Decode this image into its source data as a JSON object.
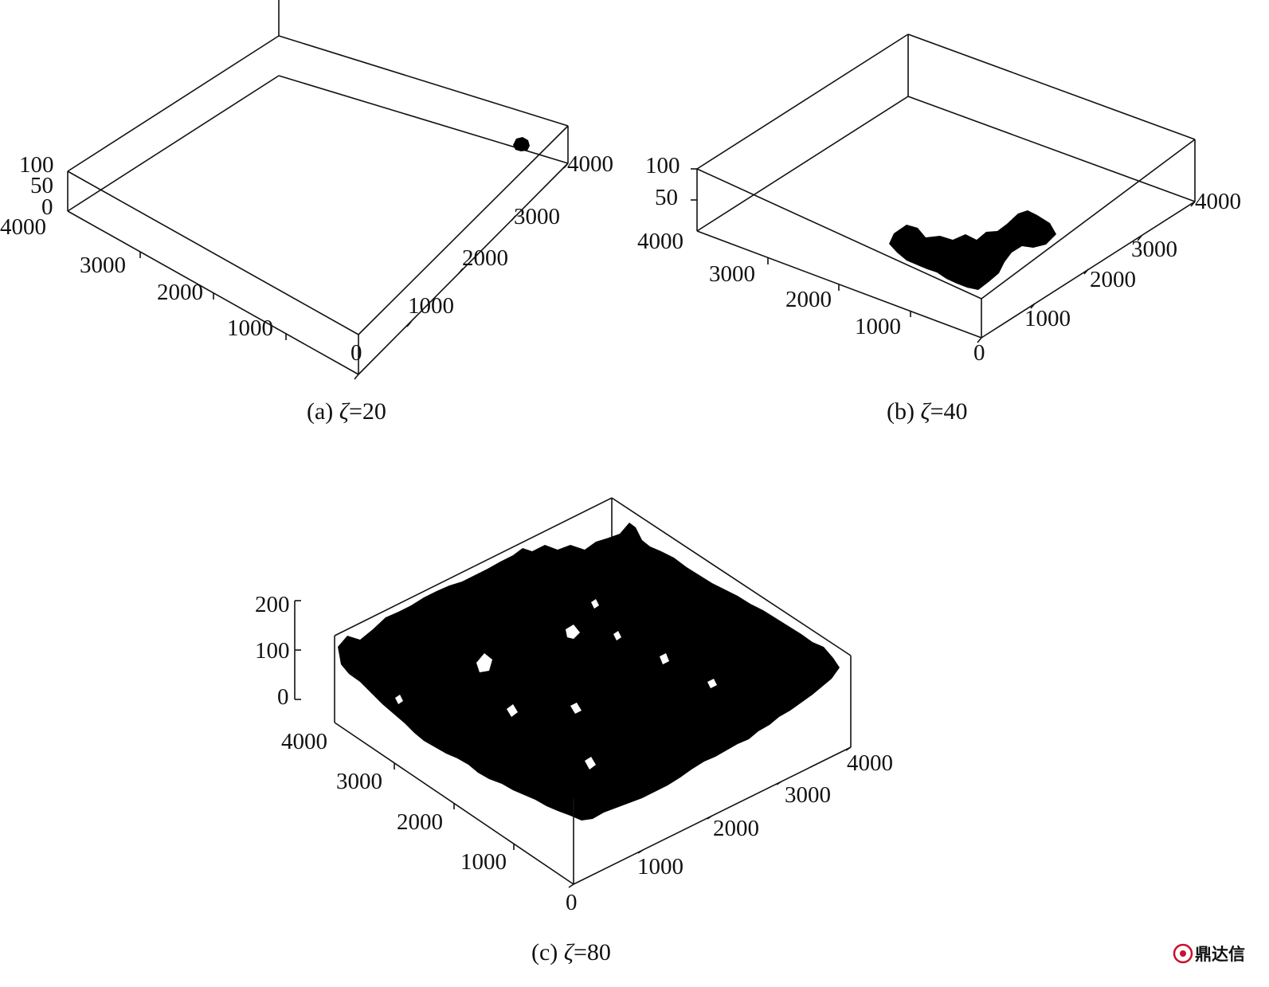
{
  "chart_data": [
    {
      "type": "3d-voxel",
      "caption": {
        "label": "(a)",
        "symbol": "ζ",
        "value_text": "=20"
      },
      "x_ticks": [
        "0",
        "1000",
        "2000",
        "3000",
        "4000"
      ],
      "y_ticks": [
        "1000",
        "2000",
        "3000",
        "4000"
      ],
      "z_ticks": [
        "0",
        "50",
        "100"
      ],
      "xlim": [
        0,
        4000
      ],
      "ylim": [
        0,
        4000
      ],
      "zlim": [
        0,
        100
      ],
      "grid": false,
      "cluster": "small cluster near far corner",
      "mark_color": "#000000"
    },
    {
      "type": "3d-voxel",
      "caption": {
        "label": "(b)",
        "symbol": "ζ",
        "value_text": "=40"
      },
      "x_ticks": [
        "0",
        "1000",
        "2000",
        "3000",
        "4000"
      ],
      "y_ticks": [
        "1000",
        "2000",
        "3000",
        "4000"
      ],
      "z_ticks": [
        "50",
        "100"
      ],
      "xlim": [
        0,
        4000
      ],
      "ylim": [
        0,
        4000
      ],
      "zlim": [
        0,
        100
      ],
      "grid": false,
      "cluster": "medium cluster near front-right corner",
      "mark_color": "#000000"
    },
    {
      "type": "3d-voxel",
      "caption": {
        "label": "(c)",
        "symbol": "ζ",
        "value_text": "=80"
      },
      "x_ticks": [
        "0",
        "1000",
        "2000",
        "3000",
        "4000"
      ],
      "y_ticks": [
        "1000",
        "2000",
        "3000",
        "4000"
      ],
      "z_ticks": [
        "0",
        "100",
        "200"
      ],
      "xlim": [
        0,
        4000
      ],
      "ylim": [
        0,
        4000
      ],
      "zlim": [
        0,
        200
      ],
      "grid": false,
      "cluster": "spanning cluster covering the whole domain",
      "mark_color": "#000000"
    }
  ],
  "watermark": {
    "text": "鼎达信",
    "color": "#c8102e"
  }
}
